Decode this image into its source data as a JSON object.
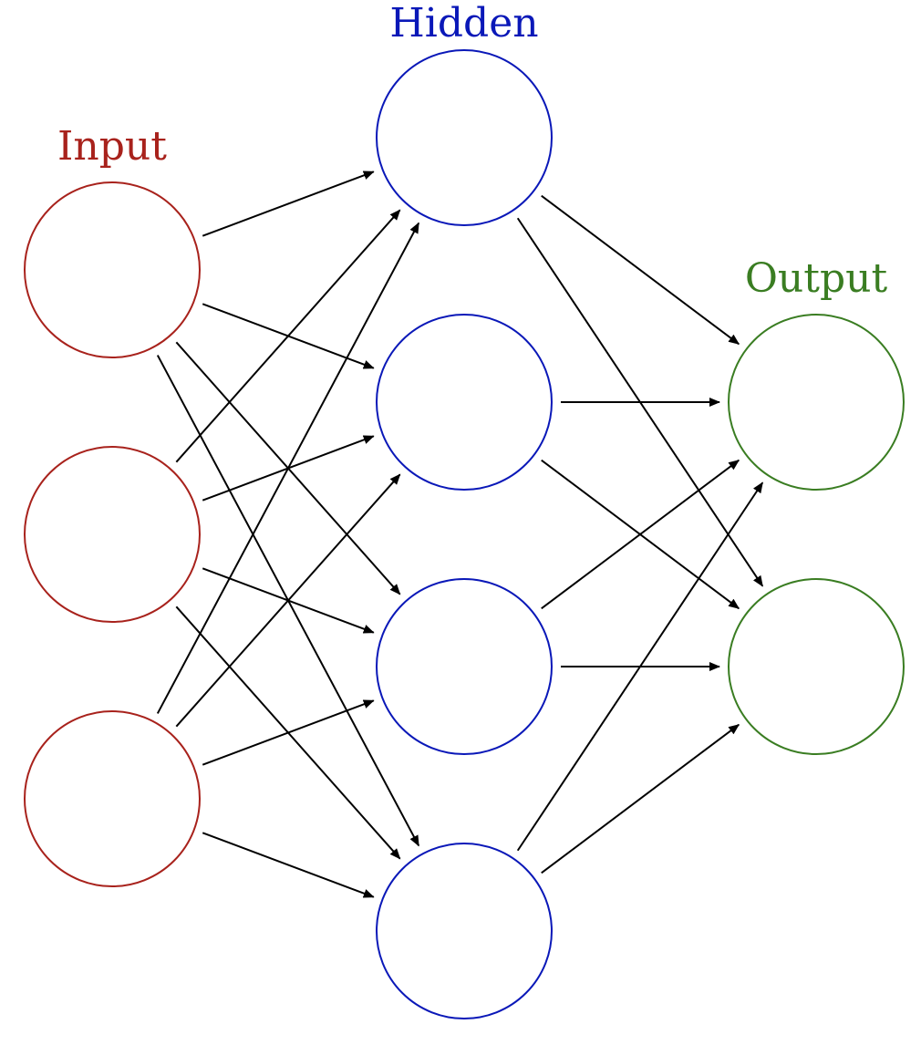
{
  "layers": [
    {
      "id": "input",
      "label": "Input",
      "color": "#a8221c",
      "nodes": 3
    },
    {
      "id": "hidden",
      "label": "Hidden",
      "color": "#0a18b8",
      "nodes": 4
    },
    {
      "id": "output",
      "label": "Output",
      "color": "#3a7d22",
      "nodes": 2
    }
  ],
  "connections": "fully-connected",
  "edge_color": "#000000"
}
